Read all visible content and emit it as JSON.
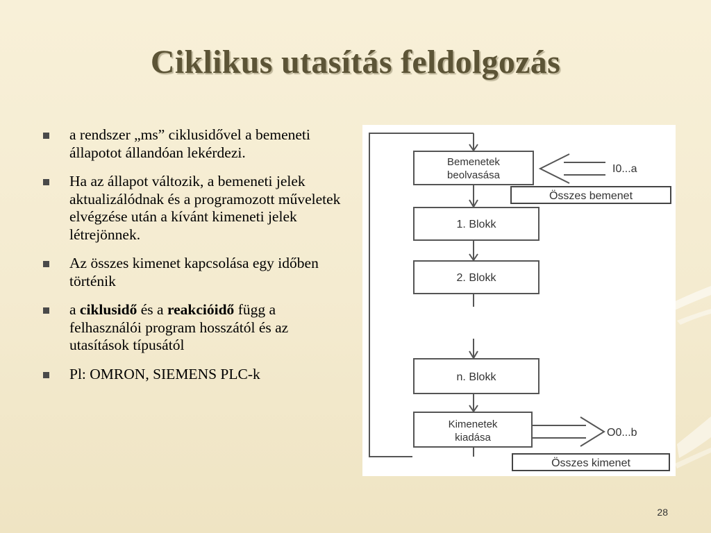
{
  "title": "Ciklikus utasítás feldolgozás",
  "bullets": [
    {
      "parts": [
        {
          "text": "a rendszer „ms” ciklusidővel a bemeneti állapotot állandóan lekérdezi.",
          "bold": false
        }
      ]
    },
    {
      "parts": [
        {
          "text": "Ha az állapot változik, a bemeneti jelek aktualizálódnak és a programozott műveletek elvégzése után a kívánt kimeneti jelek létrejönnek.",
          "bold": false
        }
      ]
    },
    {
      "parts": [
        {
          "text": "Az összes kimenet kapcsolása egy időben történik",
          "bold": false
        }
      ]
    },
    {
      "parts": [
        {
          "text": "a ",
          "bold": false
        },
        {
          "text": "ciklusidő",
          "bold": true
        },
        {
          "text": " és a ",
          "bold": false
        },
        {
          "text": "reakcióidő",
          "bold": true
        },
        {
          "text": " függ a felhasználói program hosszától és az utasítások típusától",
          "bold": false
        }
      ]
    },
    {
      "parts": [
        {
          "text": "Pl: OMRON, SIEMENS PLC-k",
          "bold": false
        }
      ]
    }
  ],
  "diagram": {
    "input_block_line1": "Bemenetek",
    "input_block_line2": "beolvasása",
    "input_range": "I0...a",
    "input_caption": "Összes bemenet",
    "block1": "1.  Blokk",
    "block2": "2.  Blokk",
    "blockn": "n.  Blokk",
    "output_block_line1": "Kimenetek",
    "output_block_line2": "kiadása",
    "output_range": "O0...b",
    "output_caption": "Összes kimenet"
  },
  "slide_number": "28",
  "colors": {
    "background": "#f4ebd0",
    "title": "#5c5436",
    "diagram_line": "#555555"
  }
}
